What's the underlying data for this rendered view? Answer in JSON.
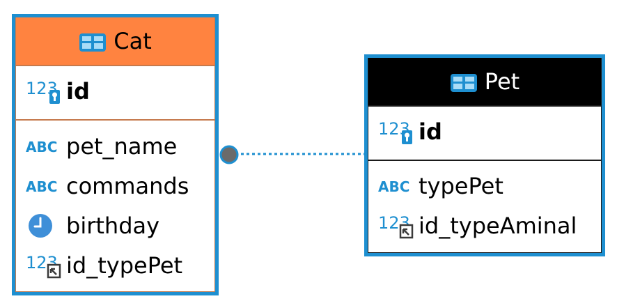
{
  "entities": {
    "cat": {
      "title": "Cat",
      "header_color": "#ff8340",
      "pk": {
        "label": "id",
        "icon": "number-key-icon"
      },
      "columns": [
        {
          "label": "pet_name",
          "icon": "text-type-icon"
        },
        {
          "label": "commands",
          "icon": "text-type-icon"
        },
        {
          "label": "birthday",
          "icon": "clock-icon"
        },
        {
          "label": "id_typePet",
          "icon": "number-fk-icon"
        }
      ]
    },
    "pet": {
      "title": "Pet",
      "header_color": "#000000",
      "pk": {
        "label": "id",
        "icon": "number-key-icon"
      },
      "columns": [
        {
          "label": "typePet",
          "icon": "text-type-icon"
        },
        {
          "label": "id_typeAminal",
          "icon": "number-fk-icon"
        }
      ]
    }
  },
  "relationship": {
    "from": "Pet",
    "to": "Cat",
    "style": "dotted",
    "color": "#1e8fd0"
  },
  "colors": {
    "border": "#1e8fd0",
    "icon_blue": "#1e8fd0",
    "cat_header": "#ff8340",
    "pet_header": "#000000"
  }
}
